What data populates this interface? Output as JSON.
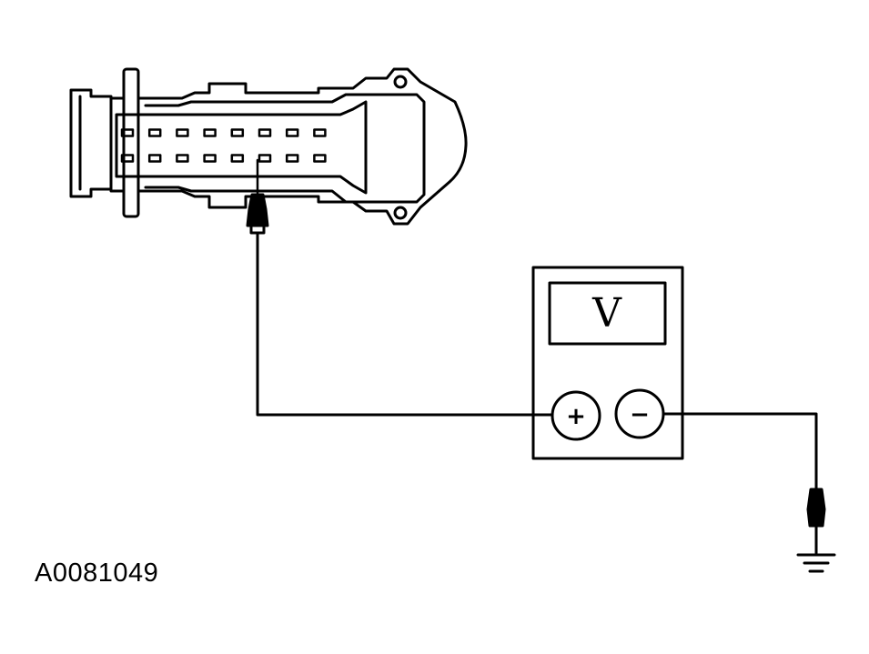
{
  "meter": {
    "display_symbol": "V",
    "positive_symbol": "+",
    "negative_symbol": "−"
  },
  "figure_id": "A0081049",
  "connector": {
    "pin_rows": 2,
    "pins_per_row": 8,
    "probed_row": 2,
    "probed_pin": 6
  },
  "colors": {
    "ink": "#000000",
    "background": "#ffffff"
  }
}
